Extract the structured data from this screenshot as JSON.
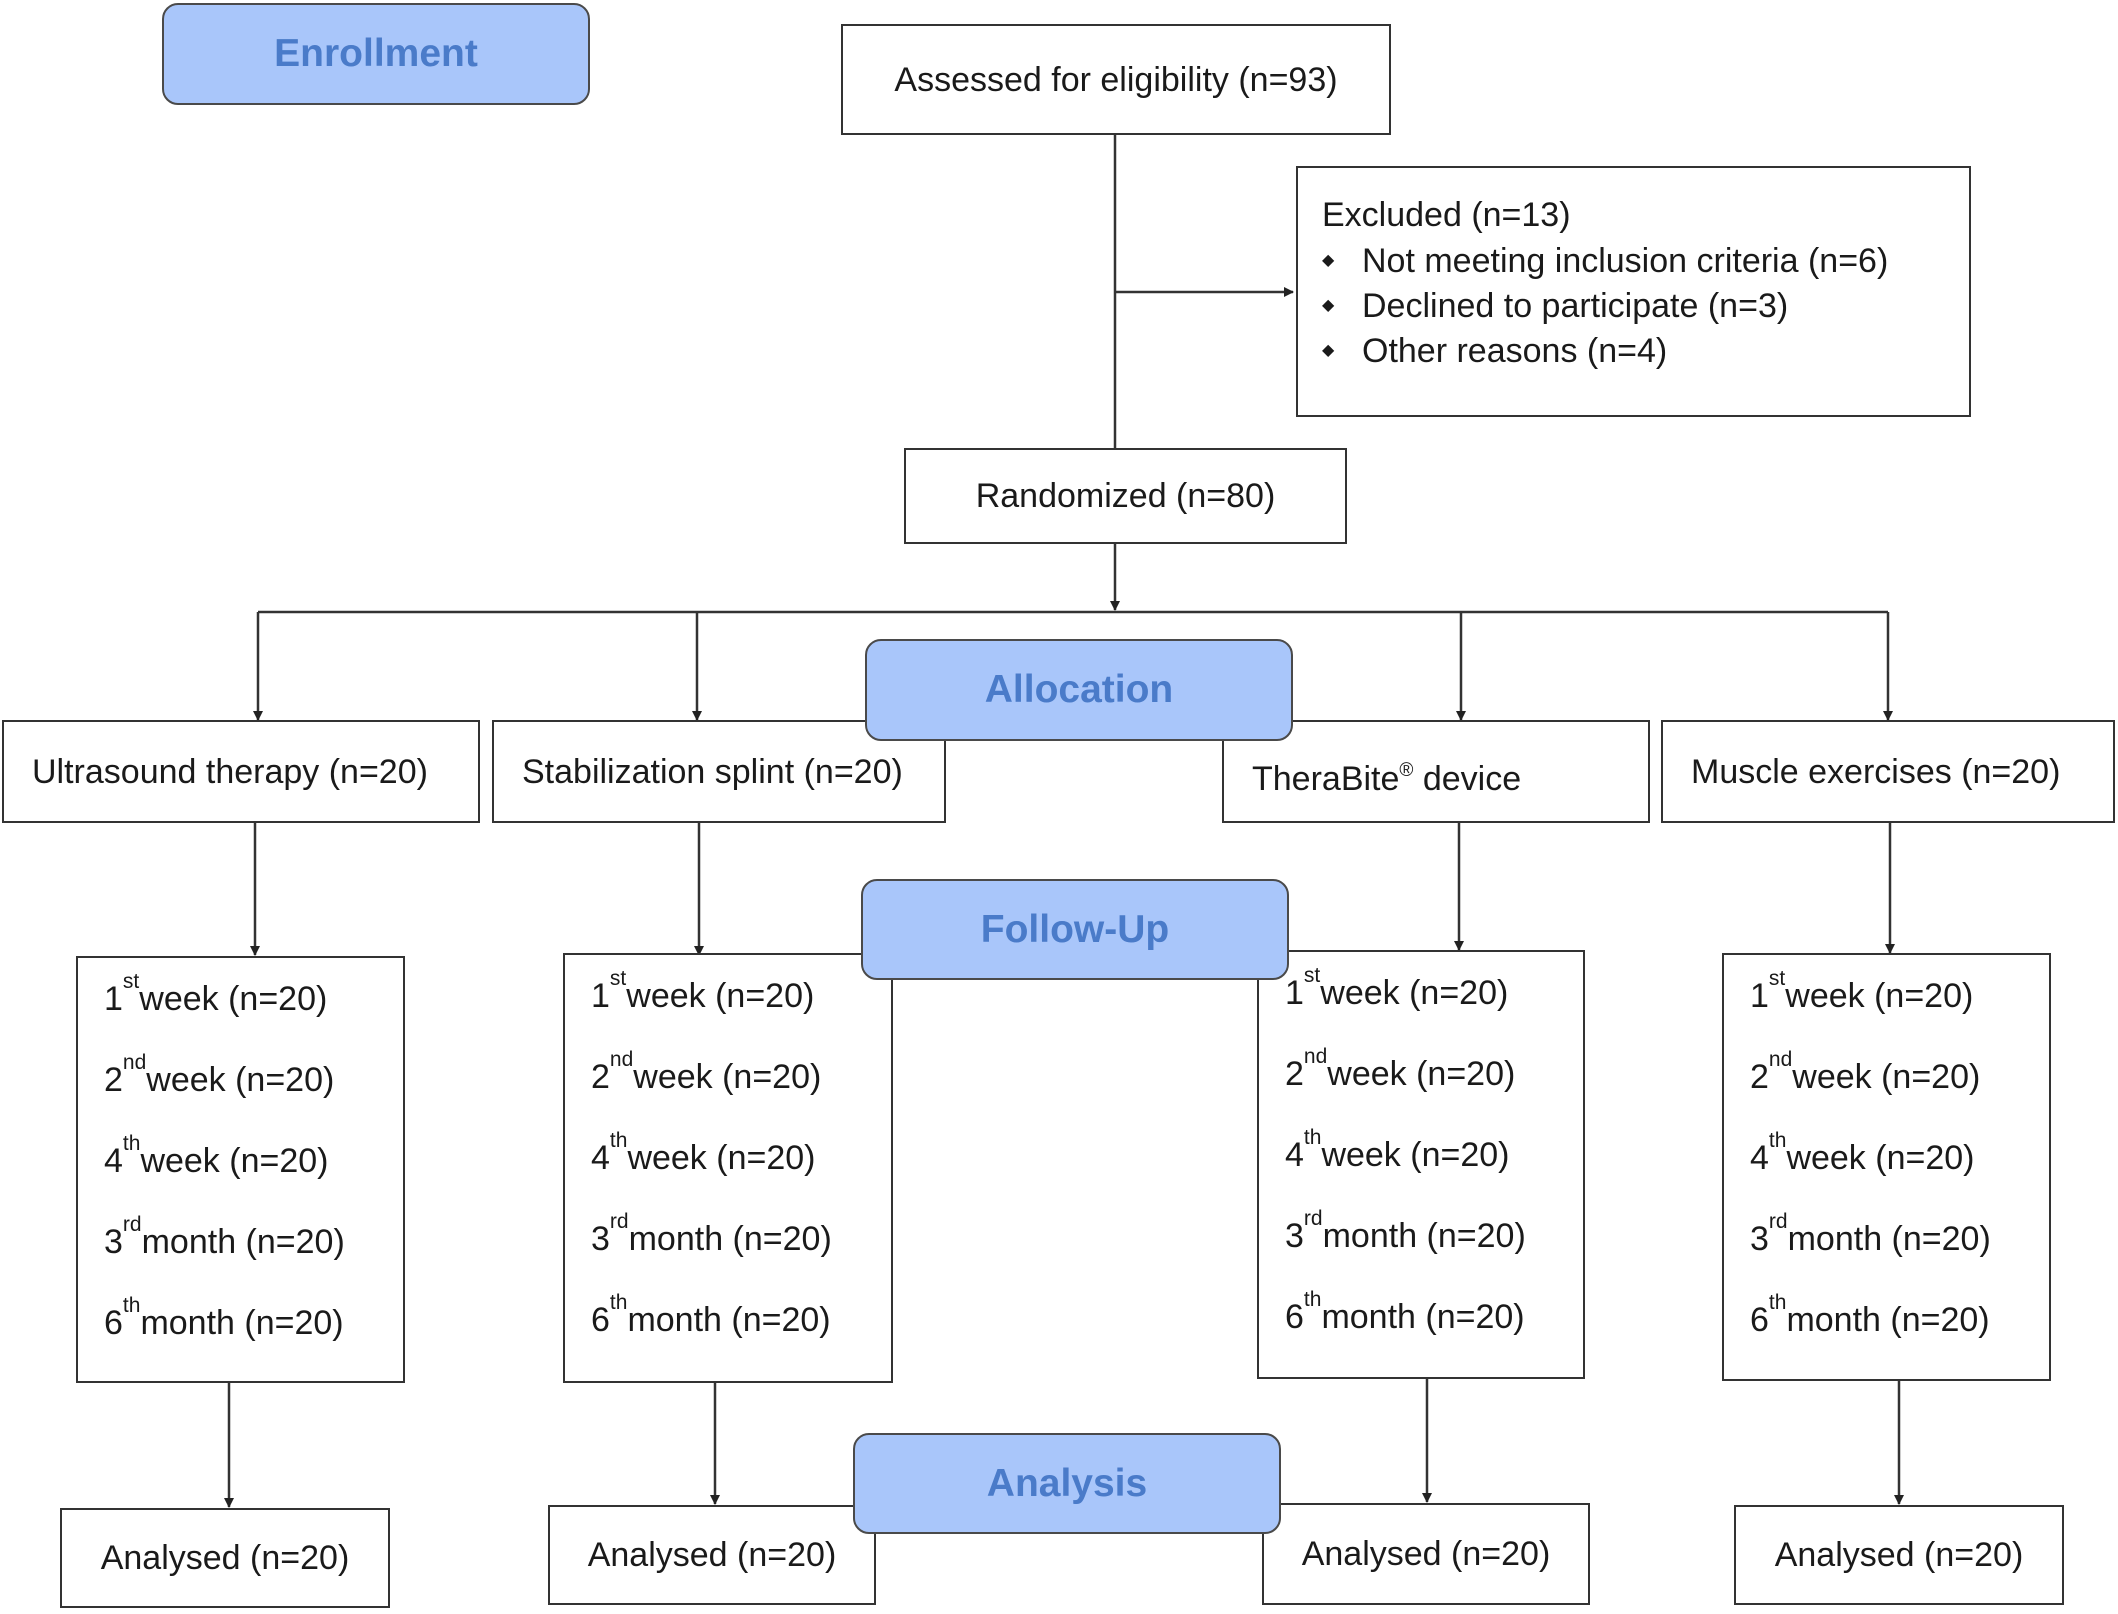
{
  "stages": {
    "enrollment": "Enrollment",
    "allocation": "Allocation",
    "follow_up": "Follow-Up",
    "analysis": "Analysis"
  },
  "assessed": "Assessed for eligibility (n=93)",
  "excluded": {
    "title": "Excluded (n=13)",
    "reasons": [
      "Not meeting inclusion criteria (n=6)",
      "Declined to participate (n=3)",
      "Other reasons (n=4)"
    ]
  },
  "randomized": "Randomized (n=80)",
  "groups": [
    {
      "label": "Ultrasound therapy (n=20)",
      "followup": [
        {
          "num": "1",
          "sup": "st",
          "text": " week (n=20)"
        },
        {
          "num": "2",
          "sup": "nd",
          "text": " week (n=20)"
        },
        {
          "num": "4",
          "sup": "th",
          "text": " week (n=20)"
        },
        {
          "num": "3",
          "sup": "rd",
          "text": " month (n=20)"
        },
        {
          "num": "6",
          "sup": "th",
          "text": " month (n=20)"
        }
      ],
      "analysed": "Analysed (n=20)"
    },
    {
      "label": "Stabilization splint (n=20)",
      "followup": [
        {
          "num": "1",
          "sup": "st",
          "text": " week (n=20)"
        },
        {
          "num": "2",
          "sup": "nd",
          "text": " week (n=20)"
        },
        {
          "num": "4",
          "sup": "th",
          "text": " week (n=20)"
        },
        {
          "num": "3",
          "sup": "rd",
          "text": " month (n=20)"
        },
        {
          "num": "6",
          "sup": "th",
          "text": " month (n=20)"
        }
      ],
      "analysed": "Analysed (n=20)"
    },
    {
      "label": "TheraBite",
      "label_sup": "®",
      "label_suffix": " device",
      "followup": [
        {
          "num": "1",
          "sup": "st",
          "text": " week (n=20)"
        },
        {
          "num": "2",
          "sup": "nd",
          "text": " week (n=20)"
        },
        {
          "num": "4",
          "sup": "th",
          "text": " week (n=20)"
        },
        {
          "num": "3",
          "sup": "rd",
          "text": " month (n=20)"
        },
        {
          "num": "6",
          "sup": "th",
          "text": " month (n=20)"
        }
      ],
      "analysed": "Analysed (n=20)"
    },
    {
      "label": "Muscle exercises (n=20)",
      "followup": [
        {
          "num": "1",
          "sup": "st",
          "text": " week (n=20)"
        },
        {
          "num": "2",
          "sup": "nd",
          "text": " week (n=20)"
        },
        {
          "num": "4",
          "sup": "th",
          "text": " week (n=20)"
        },
        {
          "num": "3",
          "sup": "rd",
          "text": " month (n=20)"
        },
        {
          "num": "6",
          "sup": "th",
          "text": " month (n=20)"
        }
      ],
      "analysed": "Analysed (n=20)"
    }
  ]
}
